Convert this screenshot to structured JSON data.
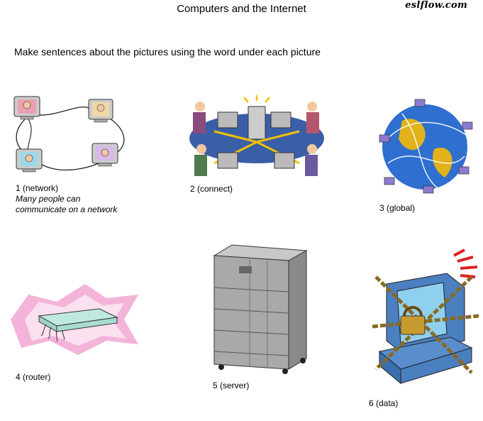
{
  "header": {
    "title": "Computers and the Internet",
    "brand": "eslflow.com"
  },
  "instructions": "Make sentences about the pictures using the word under each picture",
  "pictures": [
    {
      "caption": "1 (network)",
      "example_line1": "Many people can",
      "example_line2": "communicate on a network"
    },
    {
      "caption": "2 (connect)"
    },
    {
      "caption": "3 (global)"
    },
    {
      "caption": "4 (router)"
    },
    {
      "caption": "5 (server)"
    },
    {
      "caption": "6 (data)"
    }
  ]
}
